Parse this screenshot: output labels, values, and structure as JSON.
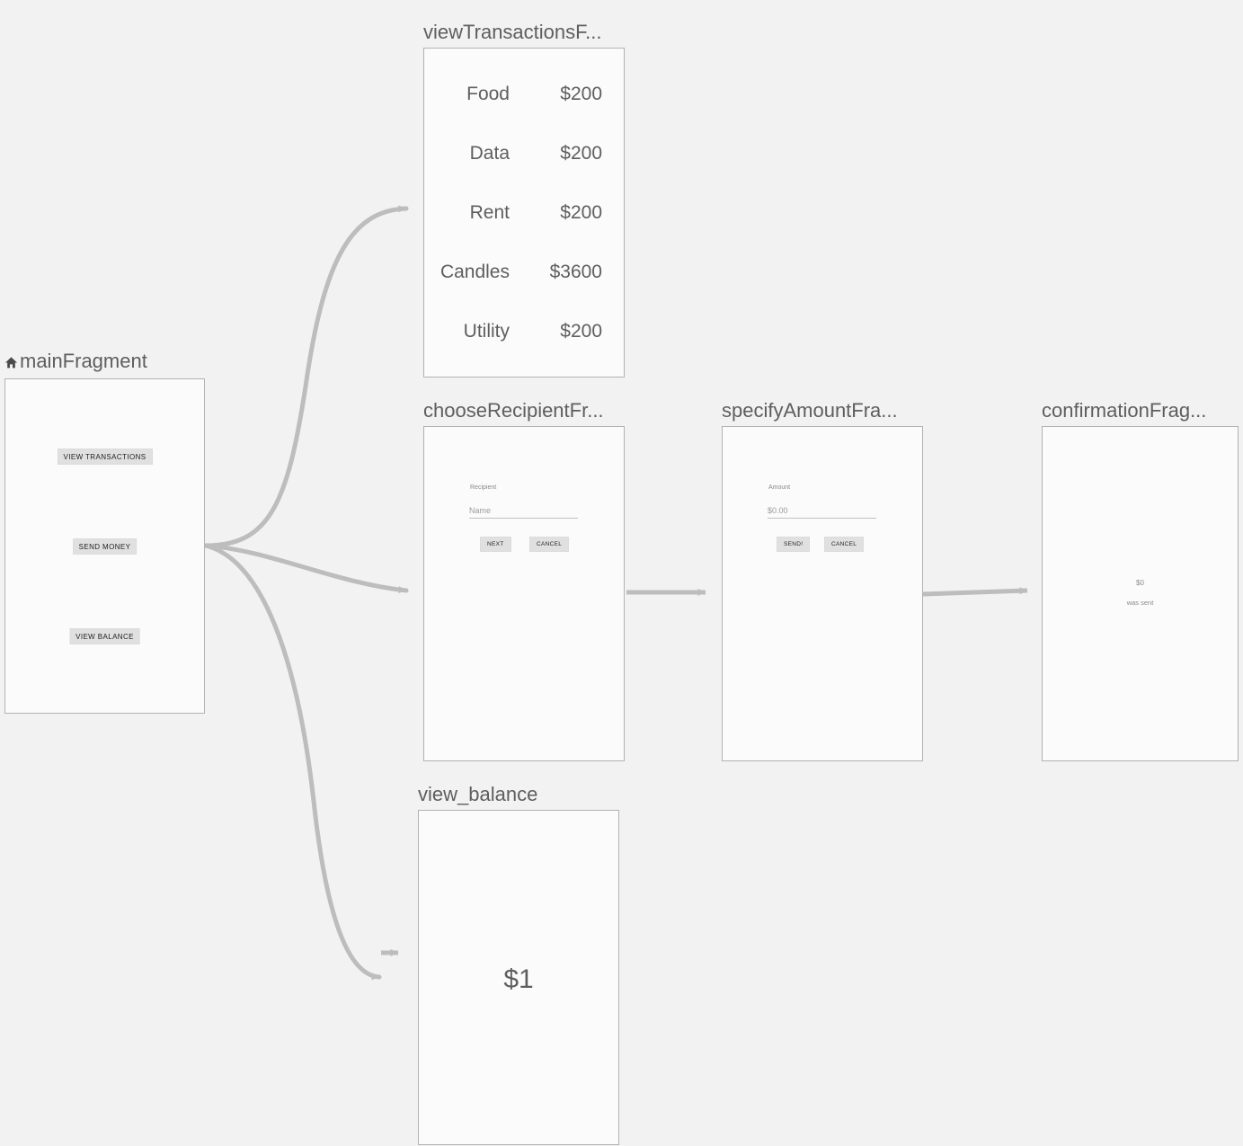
{
  "editor": {
    "background_color": "#f2f2f2",
    "edge_color": "#bdbdbd",
    "frame_border_color": "#b2b2b2",
    "frame_fill_color": "#fbfbfb",
    "text_color": "#5e5e5e"
  },
  "destinations": {
    "main": {
      "title": "mainFragment",
      "start_icon": "home-icon",
      "buttons": [
        {
          "label": "VIEW TRANSACTIONS"
        },
        {
          "label": "SEND MONEY"
        },
        {
          "label": "VIEW BALANCE"
        }
      ]
    },
    "view_transactions": {
      "title": "viewTransactionsF...",
      "rows": [
        {
          "label": "Food",
          "amount": "$200"
        },
        {
          "label": "Data",
          "amount": "$200"
        },
        {
          "label": "Rent",
          "amount": "$200"
        },
        {
          "label": "Candles",
          "amount": "$3600"
        },
        {
          "label": "Utility",
          "amount": "$200"
        }
      ]
    },
    "choose_recipient": {
      "title": "chooseRecipientFr...",
      "field_label": "Recipient",
      "field_placeholder": "Name",
      "field_value": "",
      "primary_button": "NEXT",
      "secondary_button": "CANCEL"
    },
    "specify_amount": {
      "title": "specifyAmountFra...",
      "field_label": "Amount",
      "field_placeholder": "$0.00",
      "field_value": "",
      "primary_button": "SEND!",
      "secondary_button": "CANCEL"
    },
    "confirmation": {
      "title": "confirmationFrag...",
      "amount": "$0",
      "message": "was sent"
    },
    "view_balance": {
      "title": "view_balance",
      "amount": "$1"
    }
  }
}
